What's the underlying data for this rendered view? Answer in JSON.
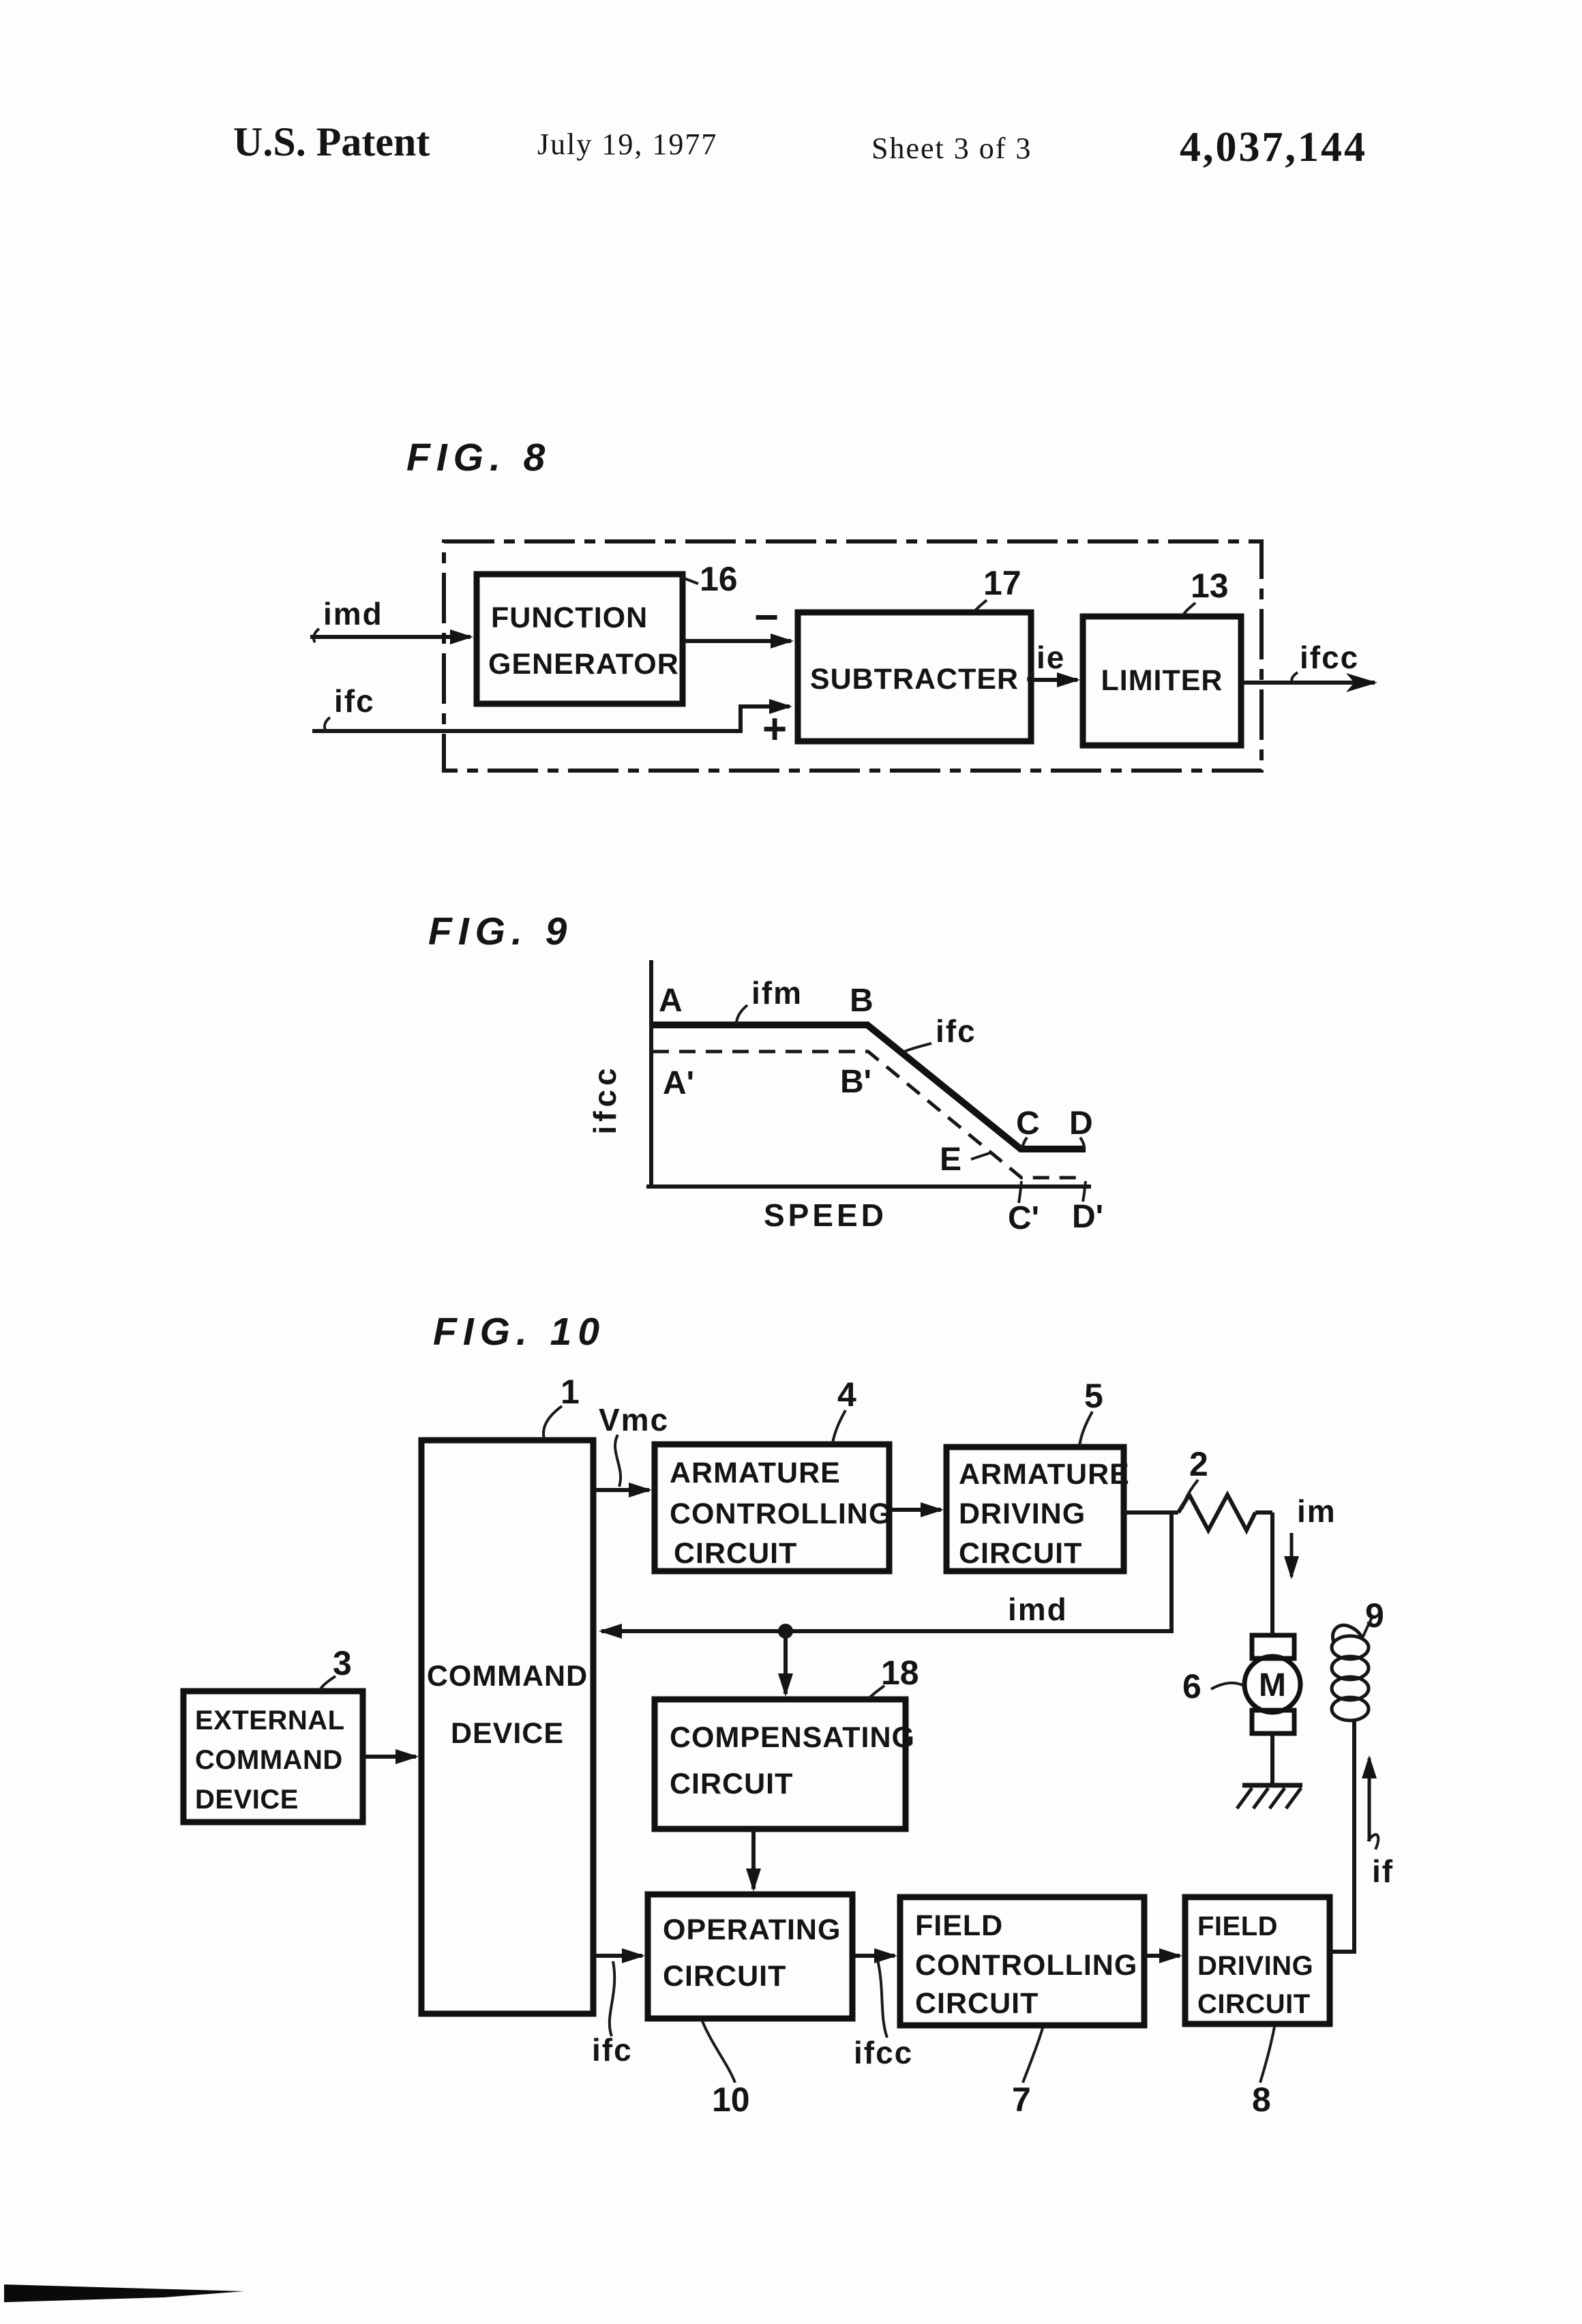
{
  "header": {
    "title": "U.S. Patent",
    "date": "July 19, 1977",
    "sheet": "Sheet 3 of 3",
    "patent_number": "4,037,144"
  },
  "fig8": {
    "title": "FIG. 8",
    "signals": {
      "imd": "imd",
      "ifc": "ifc",
      "minus": "−",
      "plus": "+",
      "ie": "ie",
      "ifcc": "ifcc"
    },
    "boxes": {
      "function_generator": {
        "ref": "16",
        "lines": [
          "FUNCTION",
          "GENERATOR"
        ]
      },
      "subtracter": {
        "ref": "17",
        "lines": [
          "SUBTRACTER"
        ]
      },
      "limiter": {
        "ref": "13",
        "lines": [
          "LIMITER"
        ]
      }
    }
  },
  "fig9": {
    "title": "FIG. 9",
    "ylabel": "ifcc",
    "xlabel": "SPEED",
    "labels": {
      "A": "A",
      "B": "B",
      "C": "C",
      "D": "D",
      "E": "E",
      "A2": "A'",
      "B2": "B'",
      "C2": "C'",
      "D2": "D'",
      "ifm": "ifm",
      "ifc": "ifc"
    }
  },
  "chart_data": {
    "type": "line",
    "title": "FIG. 9",
    "xlabel": "SPEED",
    "ylabel": "ifcc",
    "axis_ranges": "unlabeled qualitative axes (relative units 0-1)",
    "grid": false,
    "legend_position": "inline labels with leader lines",
    "series": [
      {
        "name": "ifm",
        "style": "solid",
        "points": [
          [
            0.0,
            0.73
          ],
          [
            0.49,
            0.73
          ],
          [
            0.84,
            0.17
          ],
          [
            0.99,
            0.17
          ]
        ],
        "point_labels": [
          "A",
          "B",
          "C",
          "D"
        ]
      },
      {
        "name": "ifc",
        "style": "dashed",
        "points": [
          [
            0.0,
            0.61
          ],
          [
            0.49,
            0.61
          ],
          [
            0.845,
            0.04
          ],
          [
            0.99,
            0.04
          ]
        ],
        "point_labels": [
          "A'",
          "B'",
          "C'",
          "D'"
        ]
      }
    ],
    "annotations": [
      "E marks the point on the dashed ifc slope at the level where the solid ifm curve flattens (C-D level)"
    ]
  },
  "fig10": {
    "title": "FIG. 10",
    "signals": {
      "vmc": "Vmc",
      "imd": "imd",
      "im": "im",
      "ifc": "ifc",
      "ifcc": "ifcc",
      "if": "if"
    },
    "motor_label": "M",
    "refs": {
      "command": "1",
      "resistor": "2",
      "external": "3",
      "armature_controlling": "4",
      "armature_driving": "5",
      "motor": "6",
      "field_controlling": "7",
      "field_driving": "8",
      "field_winding": "9",
      "operating": "10",
      "compensating": "18"
    },
    "boxes": {
      "external": {
        "lines": [
          "EXTERNAL",
          "COMMAND",
          "DEVICE"
        ]
      },
      "command": {
        "lines": [
          "COMMAND",
          "DEVICE"
        ]
      },
      "armature_controlling": {
        "lines": [
          "ARMATURE",
          "CONTROLLING",
          "CIRCUIT"
        ]
      },
      "armature_driving": {
        "lines": [
          "ARMATURE",
          "DRIVING",
          "CIRCUIT"
        ]
      },
      "compensating": {
        "lines": [
          "COMPENSATING",
          "CIRCUIT"
        ]
      },
      "operating": {
        "lines": [
          "OPERATING",
          "CIRCUIT"
        ]
      },
      "field_controlling": {
        "lines": [
          "FIELD",
          "CONTROLLING",
          "CIRCUIT"
        ]
      },
      "field_driving": {
        "lines": [
          "FIELD",
          "DRIVING",
          "CIRCUIT"
        ]
      }
    }
  }
}
